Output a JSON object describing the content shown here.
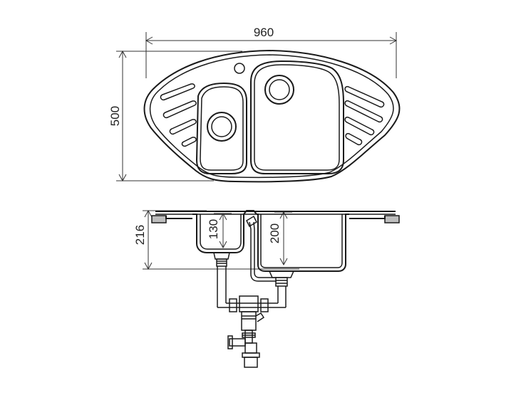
{
  "top_view": {
    "width_label": "960",
    "depth_label": "500"
  },
  "side_view": {
    "height_label": "216",
    "small_bowl_depth_label": "130",
    "large_bowl_depth_label": "200"
  },
  "colors": {
    "line": "#1a1a1a",
    "dimension": "#333333",
    "end_cap_fill": "#bdbdbd"
  }
}
